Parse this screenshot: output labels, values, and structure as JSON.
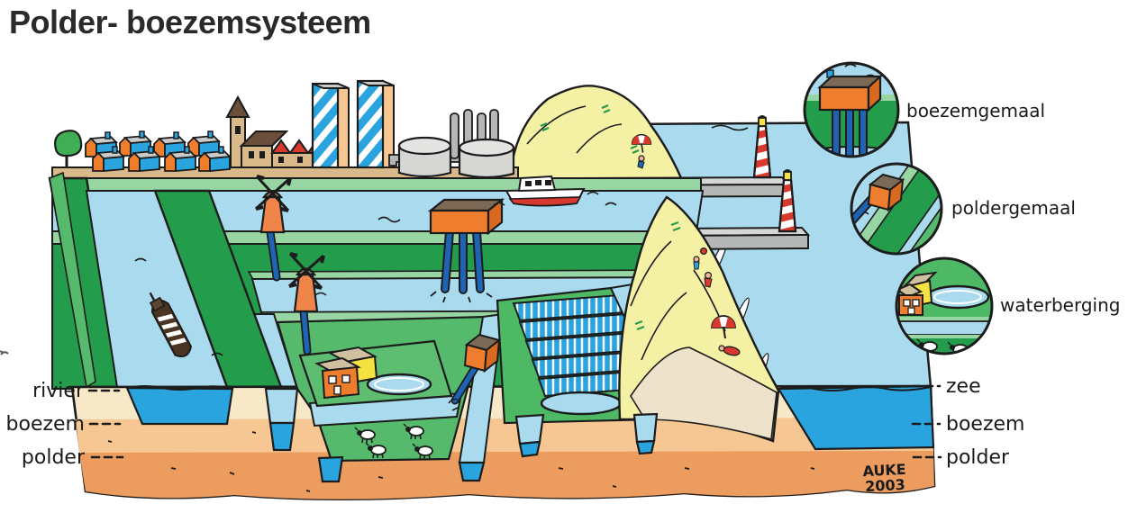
{
  "title": "Polder- boezemsysteem",
  "labels": {
    "left": [
      "rivier",
      "boezem",
      "polder"
    ],
    "right": [
      "zee",
      "boezem",
      "polder"
    ]
  },
  "legend": {
    "items": [
      "boezemgemaal",
      "poldergemaal",
      "waterberging"
    ]
  },
  "signature": {
    "line1": "AUKE",
    "line2": "2003"
  },
  "colors": {
    "outline": "#1c1c1c",
    "water_light": "#a9daee",
    "water_deep": "#2aa4df",
    "green_dark": "#239c4b",
    "green_mid": "#55ba6b",
    "green_pale": "#97d5a3",
    "dune_yellow": "#f4f0a4",
    "sand": "#efe2cb",
    "soil_cream": "#f7e8c8",
    "soil_light_orange": "#f6c693",
    "soil_orange": "#ec9c5e",
    "building_orange": "#ef7d2e",
    "roof_brown": "#7d6a56",
    "pipe_blue": "#1f63b5",
    "red": "#d8392f",
    "yellow": "#f5e240",
    "tan": "#d9b98a",
    "gray": "#c9cbca"
  }
}
